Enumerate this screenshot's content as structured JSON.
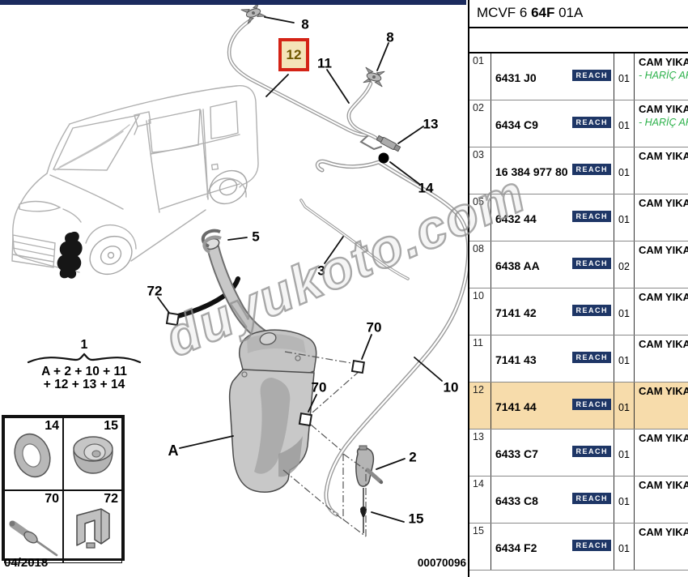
{
  "header": {
    "title_pre": "MCVF 6 ",
    "title_bold": "64F",
    "title_post": " 01A"
  },
  "parts_table": {
    "reach_label": "REACH",
    "rows": [
      {
        "pos": "01",
        "ref": "6431 J0",
        "qty": "01",
        "desc": "CAM YIKAM",
        "note": "- HARİÇ AK"
      },
      {
        "pos": "02",
        "ref": "6434 C9",
        "qty": "01",
        "desc": "CAM YIKAM",
        "note": "- HARİÇ AK"
      },
      {
        "pos": "03",
        "ref": "16 384 977 80",
        "qty": "01",
        "desc": "CAM YIKAM",
        "note": ""
      },
      {
        "pos": "05",
        "ref": "6432 44",
        "qty": "01",
        "desc": "CAM YIKAM",
        "note": ""
      },
      {
        "pos": "08",
        "ref": "6438 AA",
        "qty": "02",
        "desc": "CAM YIKAM",
        "note": ""
      },
      {
        "pos": "10",
        "ref": "7141 42",
        "qty": "01",
        "desc": "CAM YIKAM",
        "note": ""
      },
      {
        "pos": "11",
        "ref": "7141 43",
        "qty": "01",
        "desc": "CAM YIKAM",
        "note": ""
      },
      {
        "pos": "12",
        "ref": "7141 44",
        "qty": "01",
        "desc": "CAM YIKAM",
        "note": "",
        "highlighted": true
      },
      {
        "pos": "13",
        "ref": "6433 C7",
        "qty": "01",
        "desc": "CAM YIKAM",
        "note": ""
      },
      {
        "pos": "14",
        "ref": "6433 C8",
        "qty": "01",
        "desc": "CAM YIKAY",
        "note": ""
      },
      {
        "pos": "15",
        "ref": "6434 F2",
        "qty": "01",
        "desc": "CAM YIKAM",
        "note": ""
      }
    ]
  },
  "diagram": {
    "watermark": "duyukoto.com",
    "date": "04/2018",
    "image_number": "00070096",
    "selected_callout": "12",
    "callouts": {
      "c8a": "8",
      "c8b": "8",
      "c11": "11",
      "c12": "12",
      "c13": "13",
      "c14": "14",
      "c5": "5",
      "c3": "3",
      "c72": "72",
      "c70a": "70",
      "c70b": "70",
      "c10": "10",
      "cA": "A",
      "c2": "2",
      "c15": "15",
      "c1": "1"
    },
    "formula": {
      "line1": "A + 2 + 10 + 11",
      "line2": "+ 12 + 13 + 14"
    },
    "legend": [
      {
        "num": "14",
        "icon": "o-ring"
      },
      {
        "num": "15",
        "icon": "grommet"
      },
      {
        "num": "70",
        "icon": "rivet"
      },
      {
        "num": "72",
        "icon": "clip"
      }
    ]
  },
  "colors": {
    "row_highlight": "#f7dcab",
    "reach_badge": "#1e3666",
    "note_green": "#2eb24c",
    "callout_red": "#d42316",
    "callout_fill": "#f4e3b8",
    "callout_text": "#6e5600",
    "top_bar": "#1b2b5e",
    "watermark": "#909090"
  }
}
